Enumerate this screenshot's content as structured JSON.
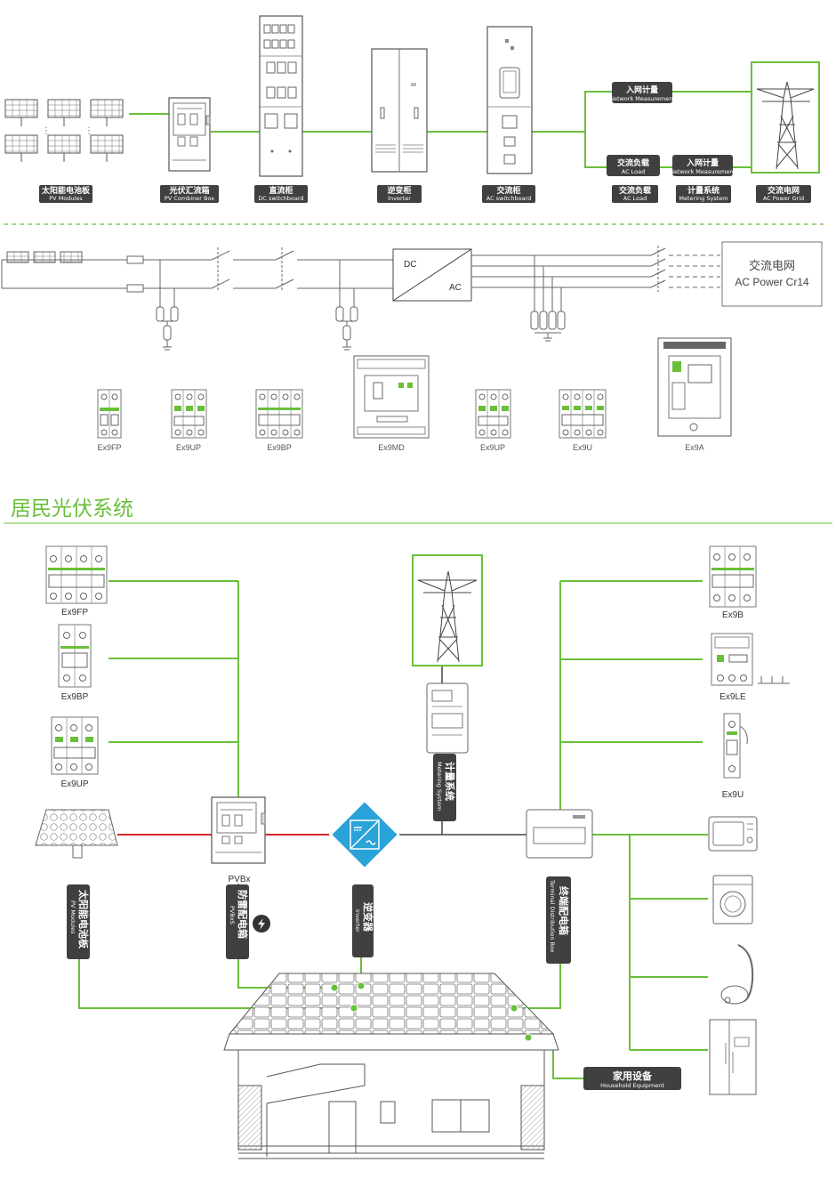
{
  "top_diagram": {
    "blocks": [
      {
        "cn": "太阳能电池板",
        "en": "PV Modules"
      },
      {
        "cn": "光伏汇流箱",
        "en": "PV Combiner Box"
      },
      {
        "cn": "直流柜",
        "en": "DC switchboard"
      },
      {
        "cn": "逆变柜",
        "en": "Inverter"
      },
      {
        "cn": "交流柜",
        "en": "AC switchboard"
      },
      {
        "cn": "交流负载",
        "en": "AC Load"
      },
      {
        "cn": "计量系统",
        "en": "Metering System"
      },
      {
        "cn": "交流电网",
        "en": "AC Power Grid"
      }
    ],
    "tags": [
      {
        "cn": "入网计量",
        "en": "Network  Measurement"
      },
      {
        "cn": "交流负载",
        "en": "AC Load"
      },
      {
        "cn": "入网计量",
        "en": "Network  Measurement"
      }
    ]
  },
  "single_line": {
    "dc_label": "DC",
    "ac_label": "AC",
    "grid_cn": "交流电网",
    "grid_en": "AC Power Cr14",
    "products": [
      "Ex9FP",
      "Ex9UP",
      "Ex9BP",
      "Ex9MD",
      "Ex9UP",
      "Ex9U",
      "Ex9A"
    ]
  },
  "residential": {
    "title": "居民光伏系统",
    "left_products": [
      "Ex9FP",
      "Ex9BP",
      "Ex9UP"
    ],
    "right_products": [
      "Ex9B",
      "Ex9LE",
      "Ex9U"
    ],
    "pvbox_label": "PVBx",
    "vertical_labels": [
      {
        "cn": "太阳能电池板",
        "en": "PV Modules"
      },
      {
        "cn": "防雷配电箱",
        "en": "PVBxS"
      },
      {
        "cn": "逆变器",
        "en": "Inverter"
      },
      {
        "cn": "计量系统",
        "en": "Metering System"
      },
      {
        "cn": "终端配电箱",
        "en": "Terminal Distribution Box"
      }
    ],
    "household": {
      "cn": "家用设备",
      "en": "Household Equipment"
    }
  },
  "colors": {
    "accent": "#6abf3a",
    "label_bg": "#404040",
    "red_line": "#d9252a",
    "inverter_blue": "#2aa3d8"
  }
}
